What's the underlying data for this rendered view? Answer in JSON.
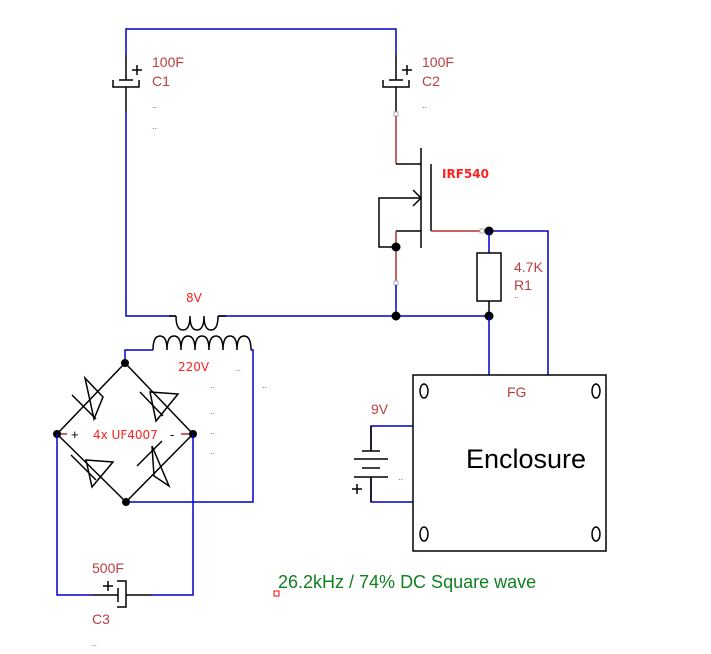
{
  "components": {
    "c1": {
      "value": "100F",
      "ref": "C1",
      "extra1": "..",
      "extra2": ".."
    },
    "c2": {
      "value": "100F",
      "ref": "C2",
      "extra1": ".."
    },
    "c3": {
      "value": "500F",
      "ref": "C3",
      "extra1": ".."
    },
    "mosfet": {
      "part": "IRF540"
    },
    "r1": {
      "value": "4.7K",
      "ref": "R1",
      "extra1": ".."
    },
    "transformer": {
      "secondary": "8V",
      "primary": "220V",
      "dots": [
        "..",
        "..",
        "..",
        "..",
        "..",
        ".."
      ]
    },
    "bridge": {
      "label": "4x UF4007",
      "plus": "+",
      "minus": "-"
    },
    "battery": {
      "value": "9V",
      "plus": "+",
      "extra1": ".."
    },
    "enclosure": {
      "title": "Enclosure",
      "port": "FG"
    },
    "cap_plus": "+"
  },
  "note": {
    "text": "26.2kHz / 74% DC Square wave"
  },
  "colors": {
    "wire": "#0000cc",
    "pin_wire": "#b03030",
    "label": "#b84040",
    "note": "#108020",
    "accent_label": "#ff2020"
  }
}
